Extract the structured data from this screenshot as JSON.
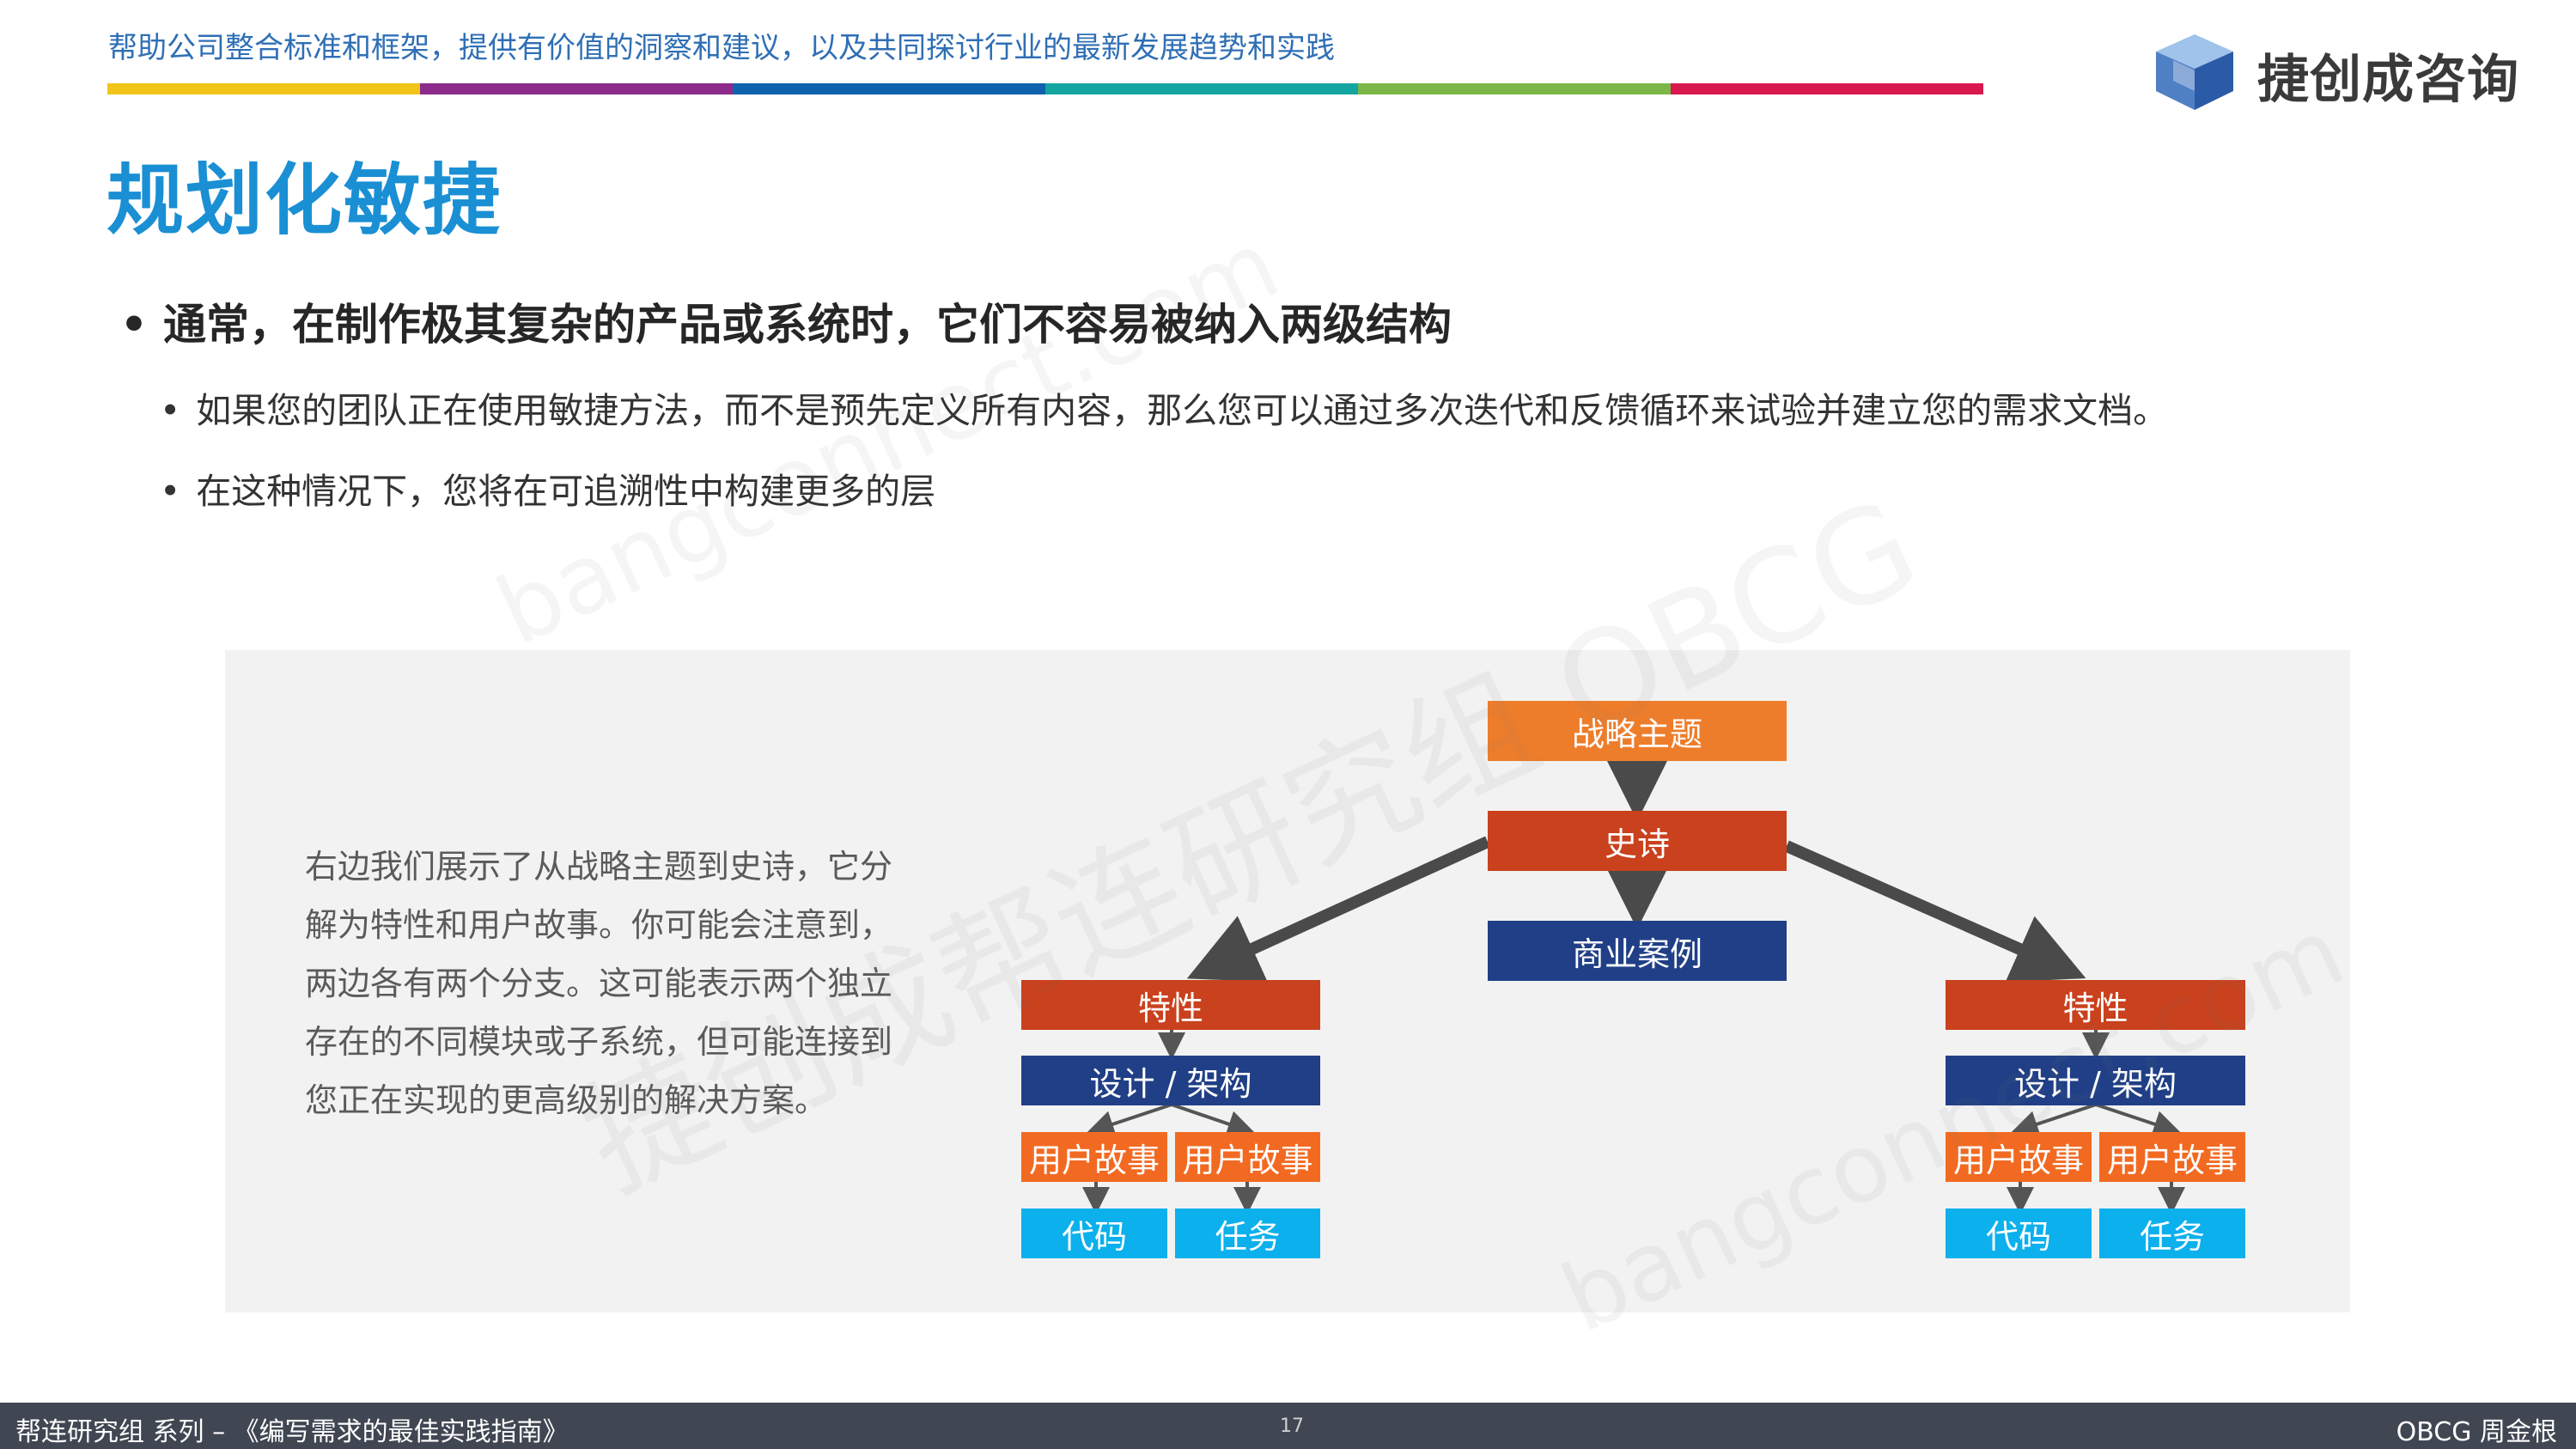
{
  "header": {
    "tagline": "帮助公司整合标准和框架，提供有价值的洞察和建议，以及共同探讨行业的最新发展趋势和实践",
    "color_bar": [
      "#f0c419",
      "#8c2a8a",
      "#0f62ae",
      "#14a5a0",
      "#7ab648",
      "#d8184e"
    ],
    "logo_text": "捷创成咨询",
    "logo_icon": "cube-logo-icon"
  },
  "title": "规划化敏捷",
  "bullets": {
    "main": "通常，在制作极其复杂的产品或系统时，它们不容易被纳入两级结构",
    "sub": [
      "如果您的团队正在使用敏捷方法，而不是预先定义所有内容，那么您可以通过多次迭代和反馈循环来试验并建立您的需求文档。",
      "在这种情况下，您将在可追溯性中构建更多的层"
    ]
  },
  "panel": {
    "description": "右边我们展示了从战略主题到史诗，它分解为特性和用户故事。你可能会注意到，两边各有两个分支。这可能表示两个独立存在的不同模块或子系统，但可能连接到您正在实现的更高级别的解决方案。"
  },
  "diagram": {
    "theme": "战略主题",
    "epic": "史诗",
    "business_case": "商业案例",
    "left": {
      "feature": "特性",
      "design": "设计 / 架构",
      "story1": "用户故事",
      "story2": "用户故事",
      "code": "代码",
      "task": "任务"
    },
    "right": {
      "feature": "特性",
      "design": "设计 / 架构",
      "story1": "用户故事",
      "story2": "用户故事",
      "code": "代码",
      "task": "任务"
    }
  },
  "watermarks": [
    "捷创成帮连研究组 OBCG",
    "bangconnect.com",
    "bangconnect.com"
  ],
  "footer": {
    "left": "帮连研究组 系列 – 《编写需求的最佳实践指南》",
    "page": "17",
    "right": "OBCG 周金根"
  }
}
